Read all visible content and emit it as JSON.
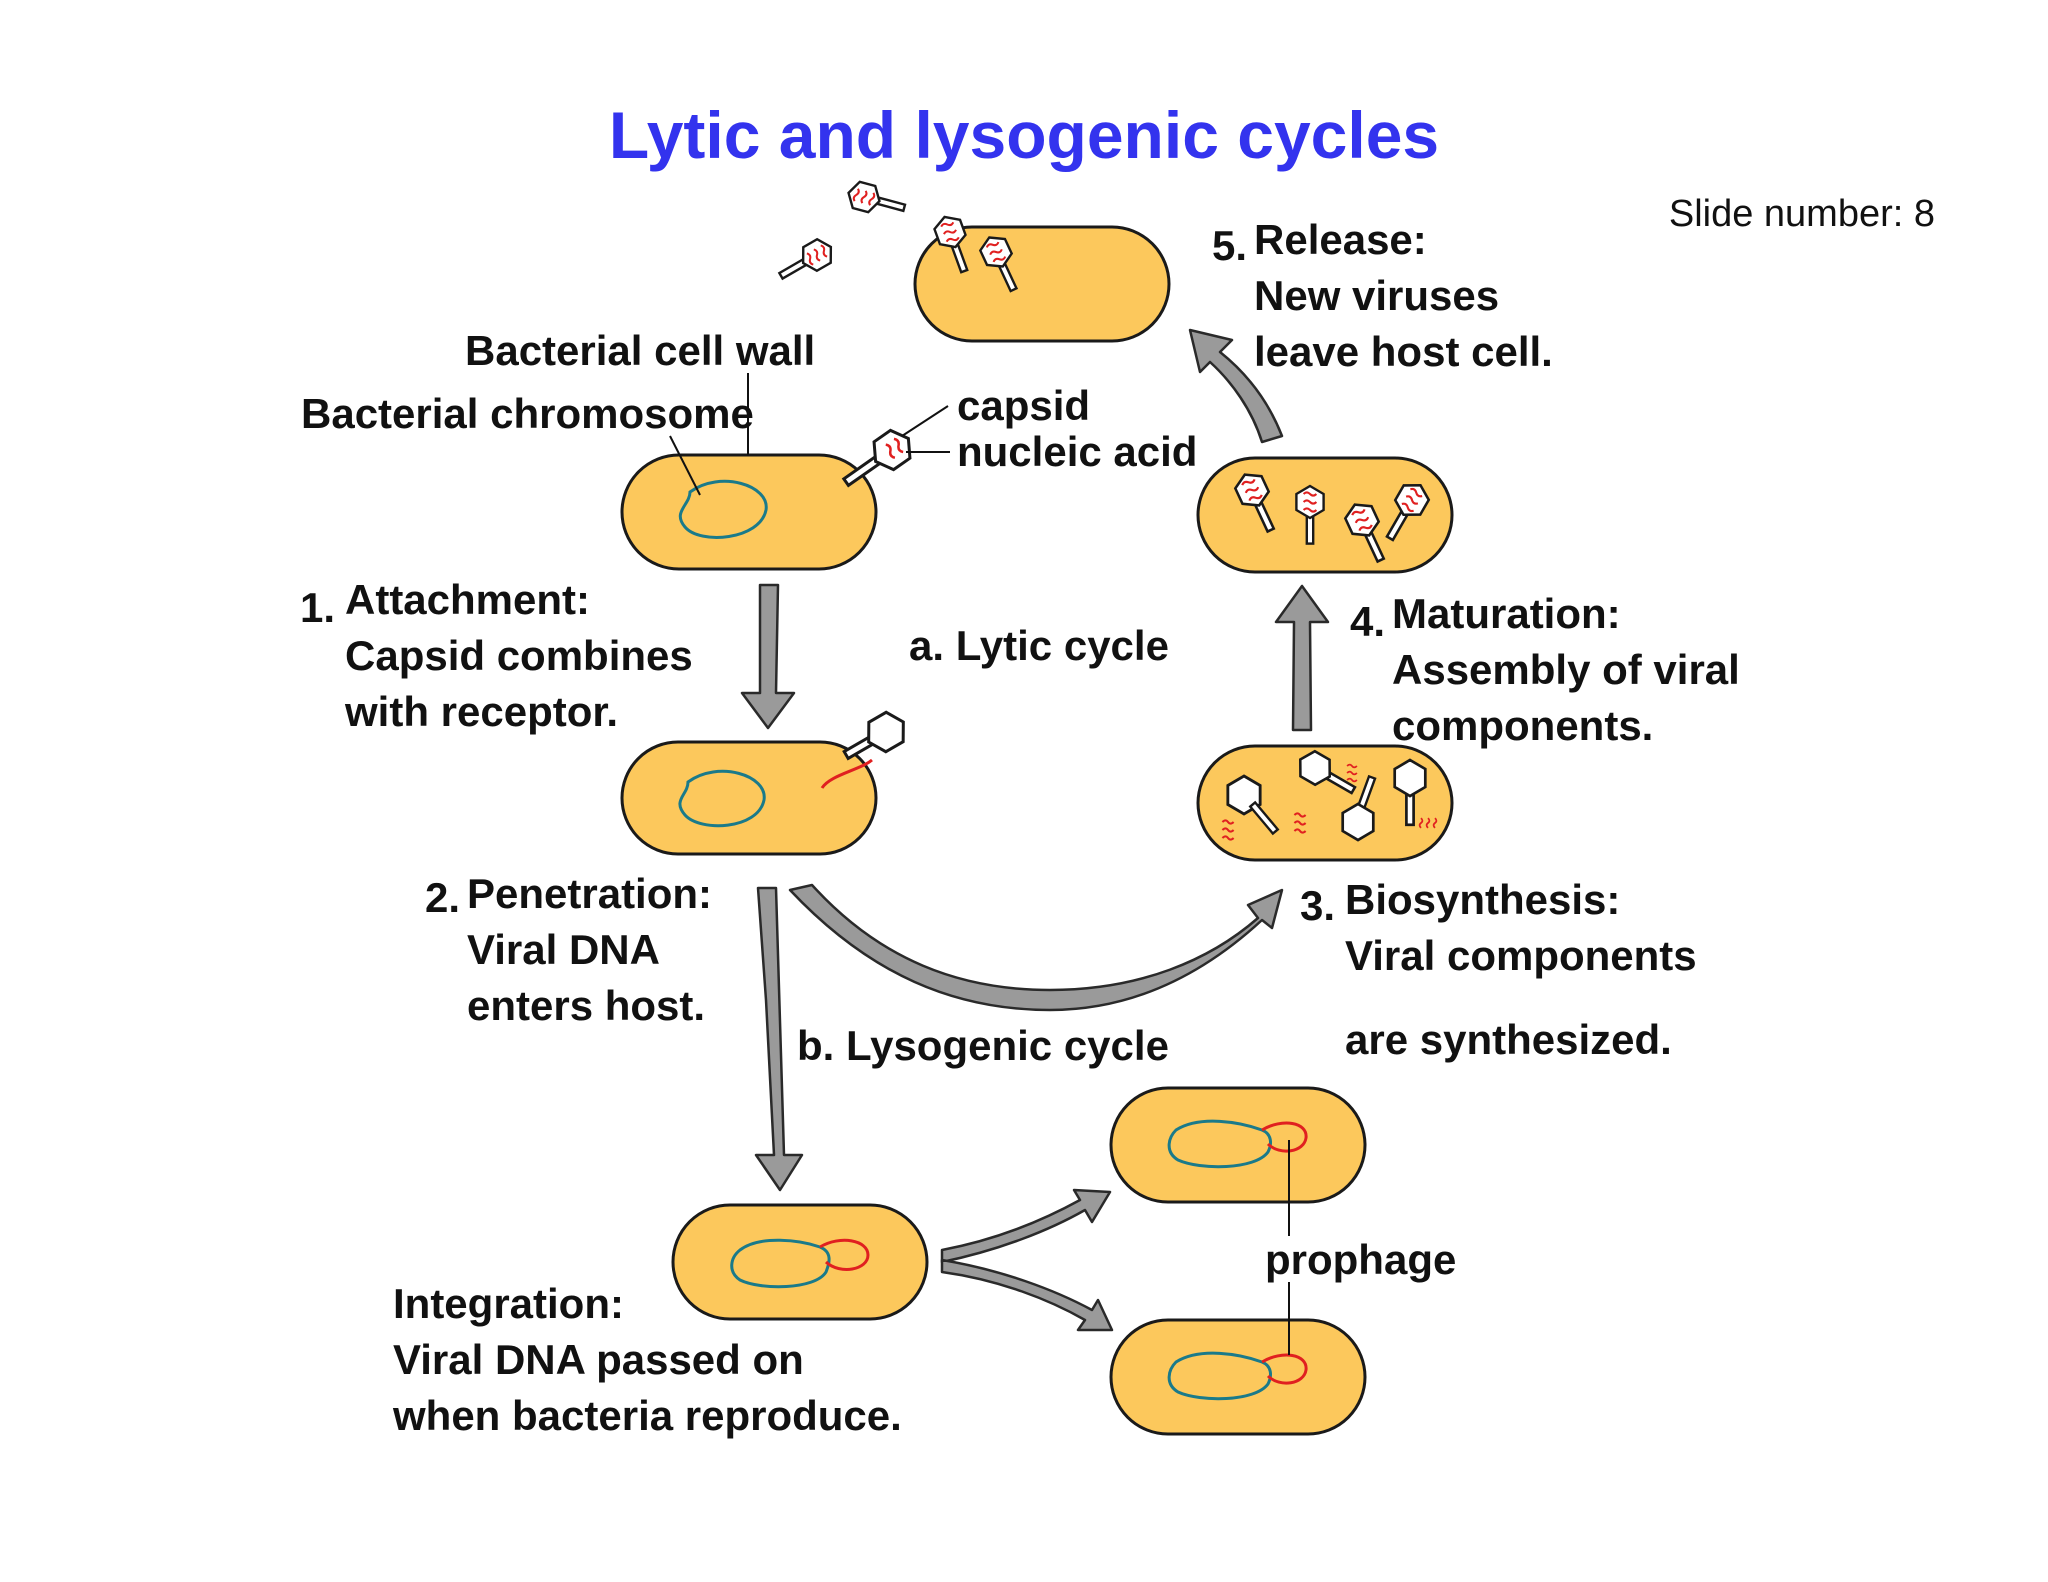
{
  "title": "Lytic and lysogenic cycles",
  "slide_number": "Slide number: 8",
  "labels": {
    "cell_wall": "Bacterial cell wall",
    "chromosome": "Bacterial chromosome",
    "capsid": "capsid",
    "nucleic_acid": "nucleic acid",
    "lytic": "a. Lytic cycle",
    "lysogenic": "b. Lysogenic cycle",
    "prophage": "prophage"
  },
  "steps": {
    "attachment": {
      "num": "1.",
      "line1": "Attachment:",
      "line2": "Capsid combines",
      "line3": "with receptor."
    },
    "penetration": {
      "num": "2.",
      "line1": "Penetration:",
      "line2": "Viral DNA",
      "line3": "enters host."
    },
    "biosynthesis": {
      "num": "3.",
      "line1": "Biosynthesis:",
      "line2": "Viral components",
      "line3": "are synthesized."
    },
    "maturation": {
      "num": "4.",
      "line1": "Maturation:",
      "line2": "Assembly of viral",
      "line3": "components."
    },
    "release": {
      "num": "5.",
      "line1": "Release:",
      "line2": "New viruses",
      "line3": "leave host cell."
    },
    "integration": {
      "line1": "Integration:",
      "line2": "Viral DNA passed on",
      "line3": "when bacteria reproduce."
    }
  },
  "colors": {
    "title": "#3333ee",
    "cell_fill": "#fcc85c",
    "arrow": "#9a9a9a",
    "bacterial_dna": "#1a7a8a",
    "viral_dna": "#e02020"
  },
  "icons": [
    "bacterium",
    "bacteriophage",
    "arrow"
  ]
}
